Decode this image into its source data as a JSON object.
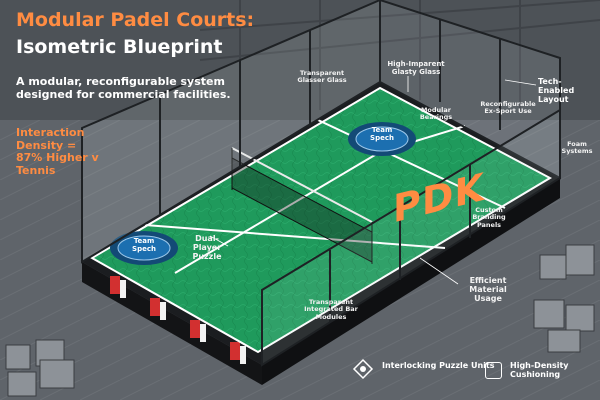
{
  "header": {
    "title_line1": "Modular Padel Courts:",
    "title_line2": "Isometric Blueprint",
    "subtitle": "A modular, reconfigurable system designed for commercial facilities.",
    "density_label": "Interaction Density =",
    "density_value": "87% Higher v Tennis"
  },
  "court": {
    "brand_text": "PDK",
    "spot_label_1": "Team Spech",
    "spot_label_2": "Team Spech"
  },
  "labels": {
    "glass": "High-Imparent Glasty Glass",
    "tech": "Tech-Enabled Layout",
    "transparent": "Transparent Glasser Glass",
    "modular": "Modular Bearings",
    "reconfig": "Reconfigurable Ex-Sport Use",
    "foam": "Foam Systems",
    "custom": "Custom Branding Panels",
    "dual": "Dual-Player Puzzle",
    "integrated": "Transparent Integrated Bar Modules",
    "efficient": "Efficient Material Usage"
  },
  "legend": {
    "item1": "Interlocking Puzzle Units",
    "item2": "High-Density Cushioning"
  },
  "colors": {
    "turf": "#1f9a5c",
    "turf_dark": "#168249",
    "accent": "#ff8c42",
    "spot": "#1c6fb0",
    "base": "#1b1d20"
  }
}
